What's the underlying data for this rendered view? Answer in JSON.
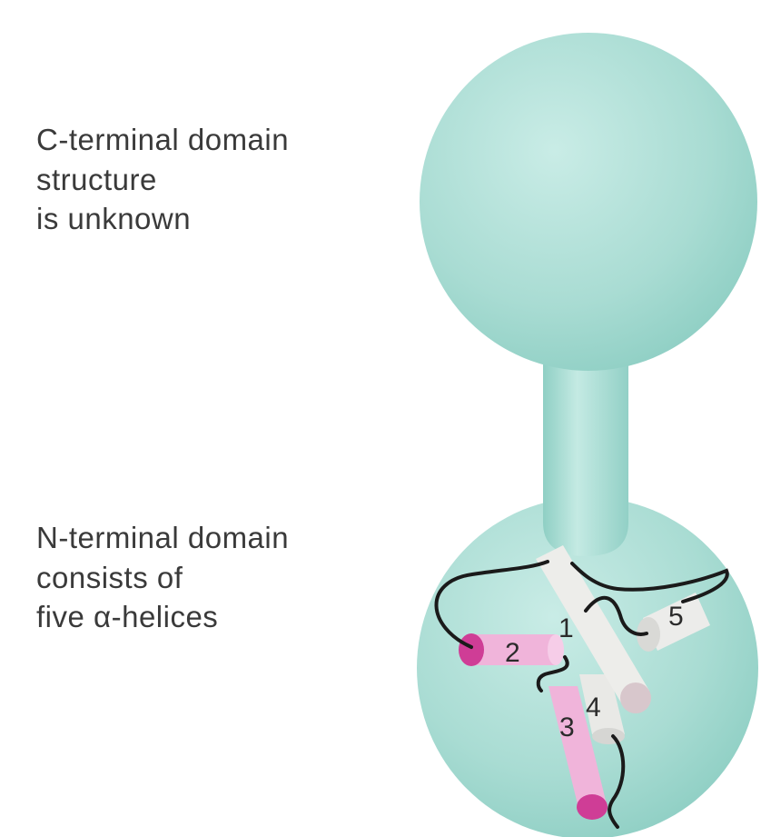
{
  "c_terminal": {
    "lines": [
      "C-terminal domain",
      "structure",
      "is unknown"
    ]
  },
  "n_terminal": {
    "lines": [
      "N-terminal domain",
      "consists of",
      "five α-helices"
    ]
  },
  "helices": [
    {
      "number": "1"
    },
    {
      "number": "2"
    },
    {
      "number": "3"
    },
    {
      "number": "4"
    },
    {
      "number": "5"
    }
  ],
  "colors": {
    "domain": "#a9dcd3",
    "helix_pink": "#f0b4da",
    "helix_end": "#cf3d96",
    "helix_gray": "#e9e9e6",
    "loop": "#1a1a1a"
  }
}
